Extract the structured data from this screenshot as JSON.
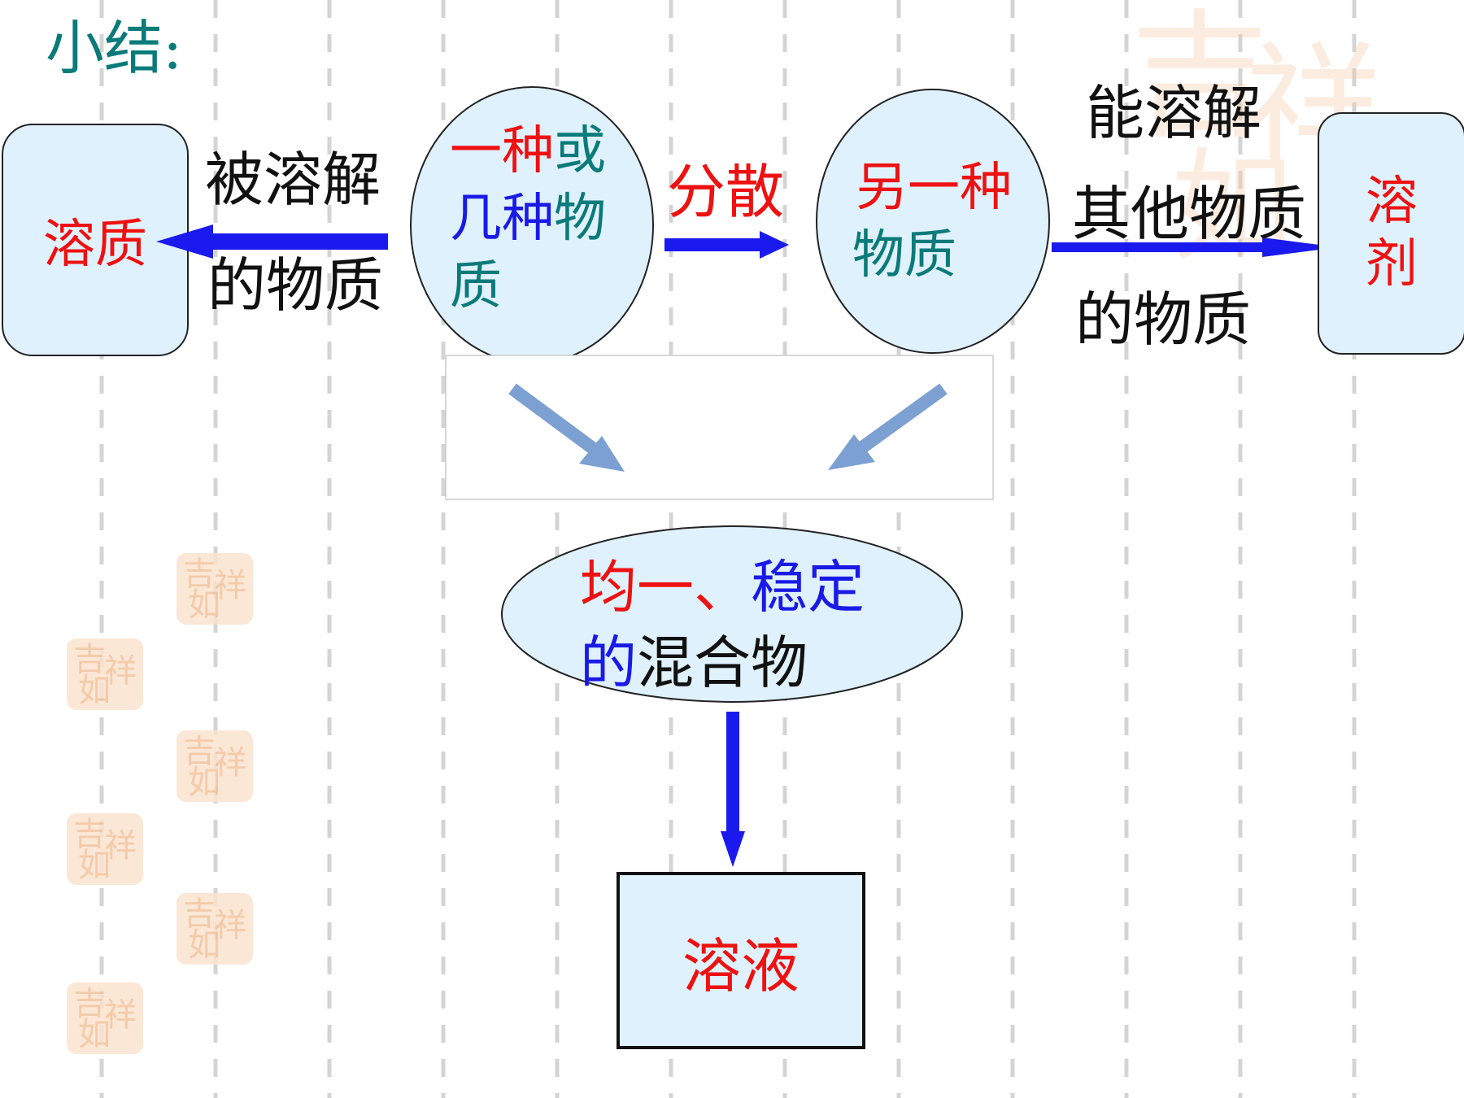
{
  "title": "小结:",
  "solute_box": "溶质",
  "solute_desc": {
    "line1": "被溶解",
    "line2": "的物质"
  },
  "substance_circle": {
    "part1": "一种",
    "part2": "或",
    "part3": "几种",
    "part4": "物",
    "part5": "质"
  },
  "disperse_label": "分散",
  "another_circle": {
    "line1": "另一种",
    "line2": "物质"
  },
  "solvent_desc": {
    "line1": "能溶解",
    "line2": "其他物质",
    "line3": "的物质"
  },
  "solvent_box": {
    "line1": "溶",
    "line2": "剂"
  },
  "mixture": {
    "part1": "均一、",
    "part2": "稳定",
    "part3": "的",
    "part4": "混合物"
  },
  "solution_box": "溶液",
  "colors": {
    "title": "#0a7a7a",
    "red": "#ee1111",
    "teal": "#0a7a7a",
    "blue": "#1a1ae6",
    "arrow_blue": "#1a1aee",
    "box_fill": "#dff1fc"
  },
  "icons": [
    "left-arrow-icon",
    "right-arrow-icon",
    "down-arrow-icon",
    "diagonal-arrow-icon",
    "seal-watermark-icon"
  ]
}
